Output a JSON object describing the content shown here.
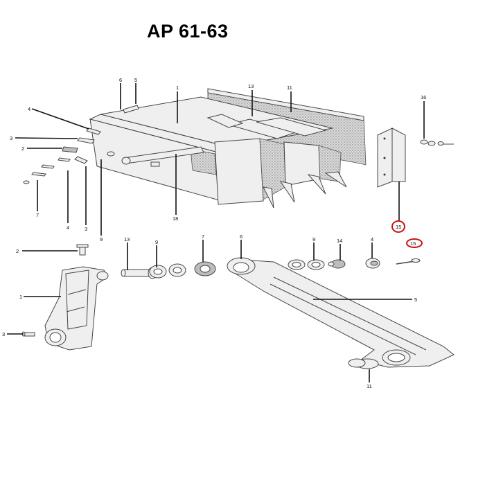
{
  "title": "AP 61-63",
  "callouts": {
    "top": {
      "l1": "1",
      "l2": "2",
      "l3": "3",
      "l4": "4",
      "l4b": "4",
      "l3b": "3",
      "l5": "5",
      "l6": "6",
      "l7": "7",
      "l9": "9",
      "l11": "11",
      "l13": "13",
      "l15": "15",
      "l16": "16",
      "l18": "18"
    },
    "bottom": {
      "l1": "1",
      "l2": "2",
      "l3": "3",
      "l4": "4",
      "l5": "5",
      "l6": "6",
      "l7": "7",
      "l9a": "9",
      "l9b": "9",
      "l11": "11",
      "l13": "13",
      "l14": "14",
      "l15": "15"
    }
  },
  "highlight_color": "#cc1111"
}
